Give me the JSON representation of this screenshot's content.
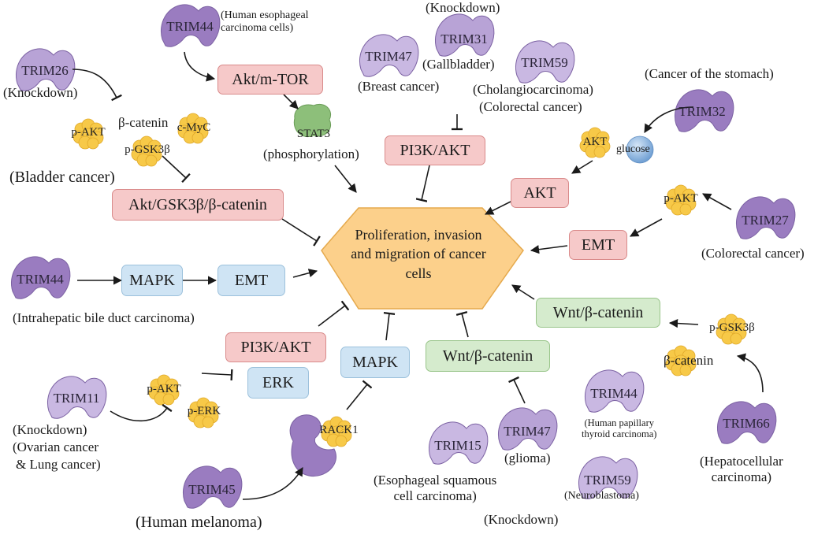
{
  "colors": {
    "pathway_red": "#f6c9c9",
    "pathway_blue": "#cfe4f4",
    "pathway_green": "#d5ebcd",
    "center_hexagon": "#fcd08b",
    "trim_protein": "#9a7cc0",
    "phospho_molecule": "#f7c948",
    "glucose": "#8fb8e3"
  },
  "center": {
    "line1": "Proliferation, invasion",
    "line2": "and migration of cancer",
    "line3": "cells"
  },
  "pathways": {
    "akt_mtor": "Akt/m-TOR",
    "akt_gsk_bcat": "Akt/GSK3β/β-catenin",
    "pi3k_akt_top": "PI3K/AKT",
    "akt_right": "AKT",
    "emt_right": "EMT",
    "mapk_left": "MAPK",
    "emt_left": "EMT",
    "wnt_right": "Wnt/β-catenin",
    "pi3k_akt_bottom": "PI3K/AKT",
    "erk": "ERK",
    "mapk_bottom": "MAPK",
    "wnt_bottom": "Wnt/β-catenin"
  },
  "proteins": {
    "trim44_top": "TRIM44",
    "trim26": "TRIM26",
    "trim47_top": "TRIM47",
    "trim31": "TRIM31",
    "trim59_top": "TRIM59",
    "trim32": "TRIM32",
    "trim27": "TRIM27",
    "trim44_left": "TRIM44",
    "trim11": "TRIM11",
    "trim45": "TRIM45",
    "trim15": "TRIM15",
    "trim47_bottom": "TRIM47",
    "trim44_bottom": "TRIM44",
    "trim59_bottom": "TRIM59",
    "trim66": "TRIM66"
  },
  "molecules": {
    "p_akt_left": "p-AKT",
    "beta_catenin_left": "β-catenin",
    "p_gsk3b_left": "p-GSK3β",
    "c_myc": "c-MyC",
    "stat3": "STAT3",
    "akt_glucose_akt": "AKT",
    "glucose": "glucose",
    "p_akt_right": "p-AKT",
    "p_akt_bottom": "p-AKT",
    "p_erk": "p-ERK",
    "rack1": "RACK1",
    "p_gsk3b_right": "p-GSK3β",
    "beta_catenin_right": "β-catenin"
  },
  "annotations": {
    "trim44_top_line1": "(Human esophageal",
    "trim44_top_line2": "carcinoma cells)",
    "trim26_knockdown": "(Knockdown)",
    "bladder_cancer": "(Bladder cancer)",
    "stat3_phos": "(phosphorylation)",
    "knockdown_top": "(Knockdown)",
    "gallbladder": "(Gallbladder)",
    "breast_cancer": "(Breast cancer)",
    "cholangio": "(Cholangiocarcinoma)",
    "colorectal_top": "(Colorectal cancer)",
    "stomach": "(Cancer of the stomach)",
    "colorectal_right": "(Colorectal cancer)",
    "intrahepatic": "(Intrahepatic bile duct carcinoma)",
    "trim11_knockdown": "(Knockdown)",
    "ovarian": "(Ovarian cancer",
    "lung": "& Lung cancer)",
    "melanoma": "(Human melanoma)",
    "esophageal_line1": "(Esophageal squamous",
    "esophageal_line2": "cell carcinoma)",
    "glioma": "(glioma)",
    "knockdown_bottom": "(Knockdown)",
    "papillary_line1": "(Human papillary",
    "papillary_line2": "thyroid carcinoma)",
    "neuroblastoma": "(Neuroblastoma)",
    "hepato_line1": "(Hepatocellular",
    "hepato_line2": "carcinoma)"
  }
}
